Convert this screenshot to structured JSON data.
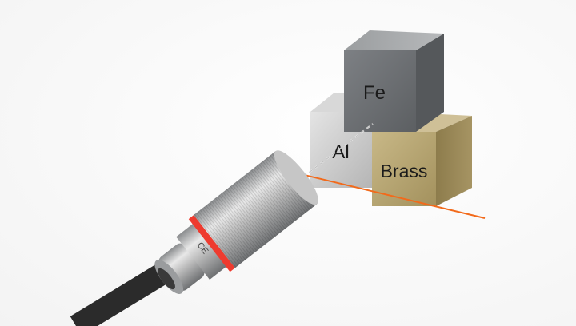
{
  "cubes": {
    "fe": "Fe",
    "al": "Al",
    "brass": "Brass"
  },
  "sensor": {
    "marking": "CE"
  },
  "colors": {
    "detection_line": "#f26a1b",
    "sensor_ring": "#ee3b2f",
    "brass": "#b7a472",
    "fe": "#6f7275",
    "al": "#c9c9c9"
  }
}
